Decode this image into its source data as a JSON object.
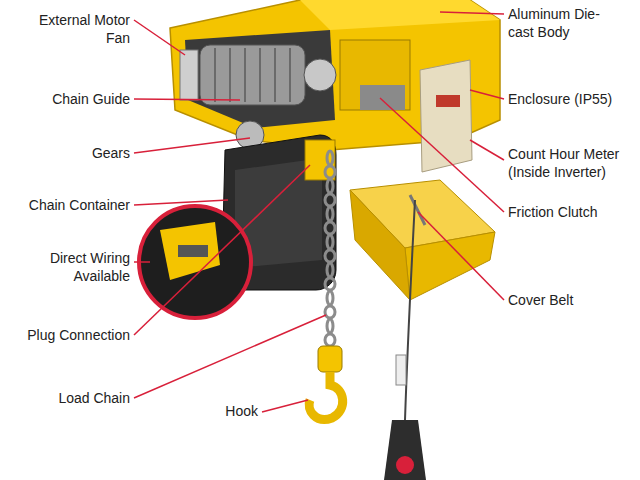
{
  "diagram": {
    "labels": [
      "External Motor Fan",
      "Aluminum Die-cast Body",
      "Chain Guide",
      "Gears",
      "Enclosure (IP55)",
      "Count Hour Meter (Inside Inverter)",
      "Chain Container",
      "Friction Clutch",
      "Direct Wiring Available",
      "Cover Belt",
      "Plug Connection",
      "Load Chain",
      "Hook"
    ]
  }
}
